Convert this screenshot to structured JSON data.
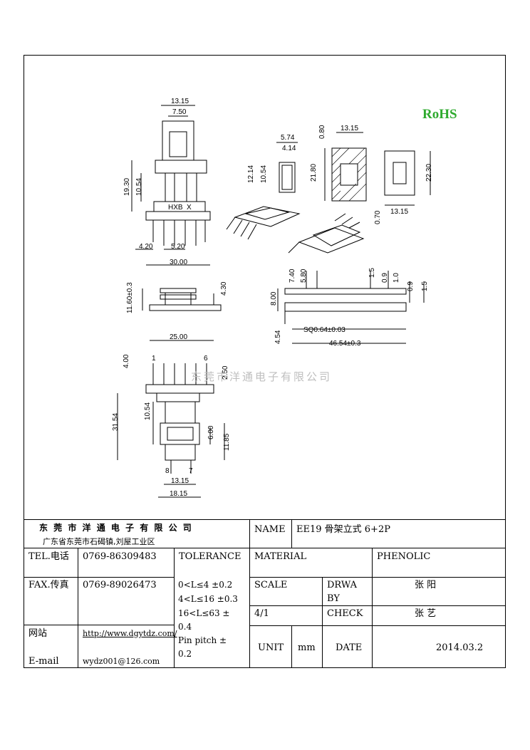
{
  "brand": {
    "rohs": "RoHS",
    "watermark": "东莞市洋通电子有限公司"
  },
  "dims": [
    "13.15",
    "7.50",
    "19.30",
    "10.54",
    "HXB",
    "X",
    "4.20",
    "5.20",
    "30.00",
    "0.80",
    "13.15",
    "5.74",
    "4.14",
    "12.14",
    "10.54",
    "21.80",
    "22.30",
    "0.70",
    "13.15",
    "11.60±0.3",
    "4.30",
    "7.40",
    "5.80",
    "1.5",
    "0.9",
    "1.0",
    "0.9",
    "1.5",
    "8.00",
    "SQ0.64±0.03",
    "4.54",
    "46.54±0.3",
    "25.00",
    "4.00",
    "1",
    "6",
    "2.50",
    "31.54",
    "10.54",
    "6.00",
    "11.85",
    "8",
    "7",
    "13.15",
    "18.15"
  ],
  "title_block": {
    "company": "东 莞 市 洋 通 电 子 有 限 公 司",
    "address": "广东省东莞市石碣镇,刘屋工业区",
    "name_label": "NAME",
    "name_value": "EE19 骨架立式 6+2P",
    "tel_label": "TEL.电话",
    "tel_value": "0769-86309483",
    "fax_label": "FAX.传真",
    "fax_value": "0769-89026473",
    "web_label": "网站",
    "web_value": "http://www.dgytdz.com/",
    "email_label": "E-mail",
    "email_value": "wydz001@126.com",
    "tolerance_label": "TOLERANCE",
    "tol_1": "0<L≤4   ±0.2",
    "tol_2": "4<L≤16  ±0.3",
    "tol_3": "16<L≤63  ±",
    "tol_3b": "0.4",
    "tol_4": "Pin pitch ±",
    "tol_4b": "0.2",
    "material_label": "MATERIAL",
    "material_value": "PHENOLIC",
    "scale_label": "SCALE",
    "scale_value": "4/1",
    "drawn_label_1": "DRWA",
    "drawn_label_2": "BY",
    "drawn_value": "张 阳",
    "check_label": "CHECK",
    "check_value": "张 艺",
    "unit_label": "UNIT",
    "unit_value": "mm",
    "date_label": "DATE",
    "date_value": "2014.03.2"
  }
}
